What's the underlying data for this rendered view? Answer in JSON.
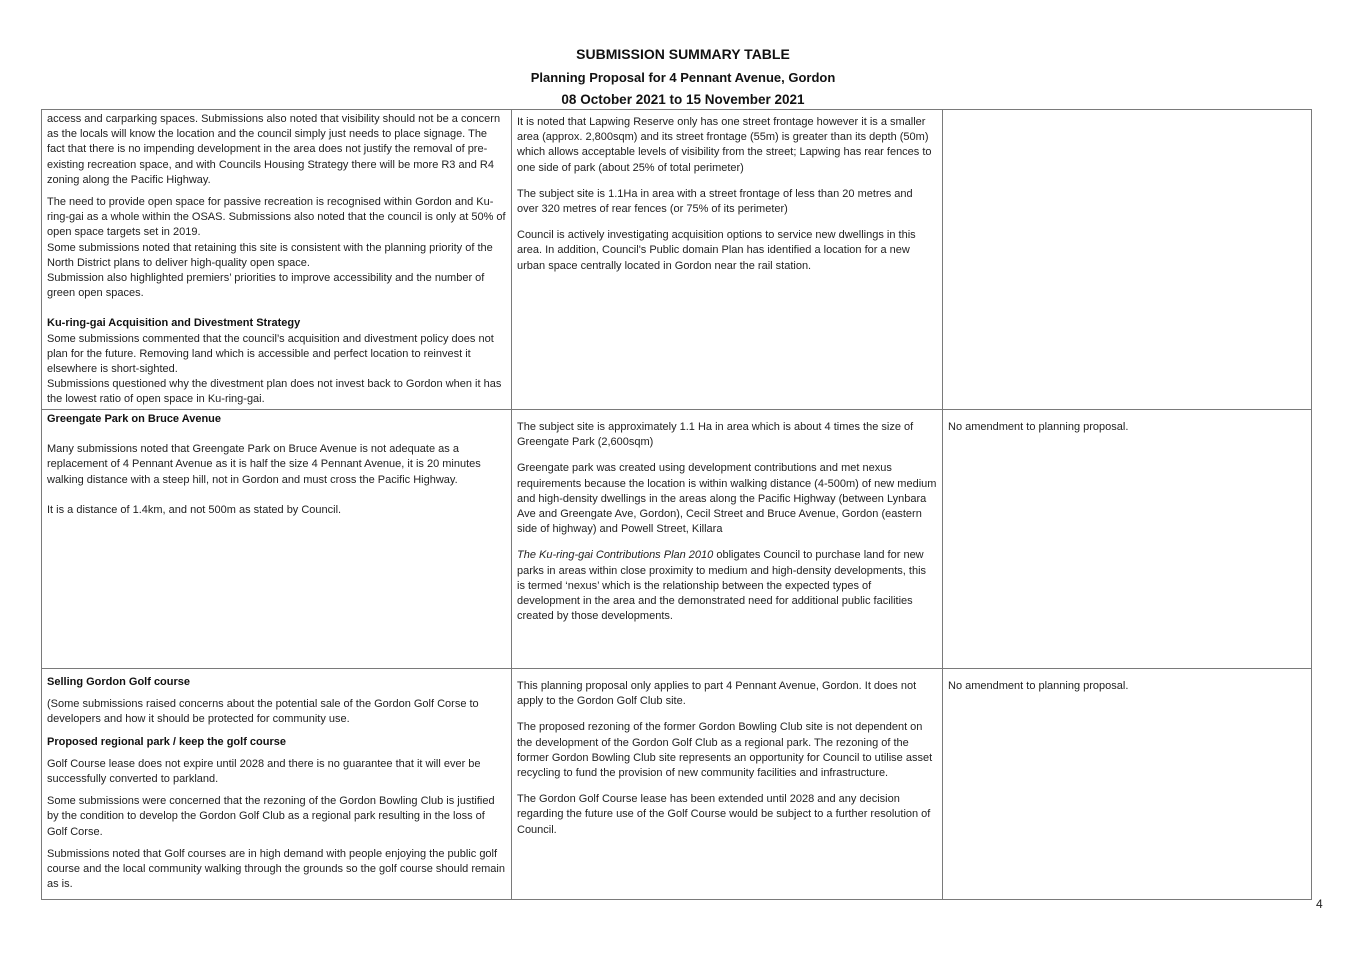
{
  "header": {
    "title": "SUBMISSION SUMMARY TABLE",
    "subtitle": "Planning Proposal for 4 Pennant Avenue, Gordon",
    "date_range": "08 October 2021 to 15 November 2021"
  },
  "rows": [
    {
      "submission": {
        "p1": "access and carparking spaces. Submissions also noted that visibility should not be a concern as the locals will know the location and the council simply just needs to place signage.  The fact that there is no impending development in the area does not justify the removal of pre-existing recreation space, and with Councils Housing Strategy there will be more R3 and R4 zoning along the Pacific Highway.",
        "p2": "The need to provide open space for passive recreation is recognised within Gordon and Ku-ring-gai as a whole within the OSAS. Submissions also noted that the council is only at 50% of open space targets set in 2019.",
        "p3": "Some submissions noted that retaining this site is consistent with the planning priority of the North District plans to deliver high-quality open space.",
        "p4": "Submission also highlighted premiers’ priorities to improve accessibility and the number of green open spaces.",
        "heading": "Ku-ring-gai Acquisition and Divestment Strategy",
        "p5": "Some submissions commented that the council’s acquisition and divestment policy does not plan for the future. Removing land which is accessible and perfect location to reinvest it elsewhere is short-sighted.",
        "p6": "Submissions questioned why the divestment plan does not invest back to Gordon when it has the lowest ratio of open space in Ku-ring-gai."
      },
      "response": {
        "p1": "It is noted that Lapwing Reserve only has one street frontage however it is a smaller area (approx. 2,800sqm) and its street frontage (55m) is greater than its depth (50m) which allows acceptable levels of visibility from the street; Lapwing has rear fences to one side of park (about 25% of total perimeter)",
        "p2": "The subject site is 1.1Ha in area with a street frontage of less than 20 metres and over 320 metres of rear fences (or 75% of its perimeter)",
        "p3": "Council is actively investigating acquisition options to service new dwellings in this area. In addition, Council's Public domain Plan has identified a location for a new urban space centrally located in Gordon near the rail station."
      },
      "recommendation": ""
    },
    {
      "submission": {
        "heading": "Greengate Park on Bruce Avenue",
        "p1": "Many submissions noted that Greengate Park on Bruce Avenue is not adequate as a replacement of 4 Pennant Avenue as it is half the size 4 Pennant Avenue, it is 20 minutes walking distance with a steep hill, not in Gordon and must cross the Pacific Highway.",
        "p2": "It is a distance of 1.4km, and not 500m as stated by Council."
      },
      "response": {
        "p1": "The subject site is approximately 1.1 Ha in area which is about 4 times the size of Greengate Park (2,600sqm)",
        "p2": "Greengate park was created using development contributions and met nexus requirements because the location is within walking distance (4-500m) of new medium and high-density dwellings in the areas along the Pacific Highway (between Lynbara Ave and Greengate Ave, Gordon), Cecil Street and Bruce Avenue, Gordon (eastern side of highway) and Powell Street, Killara",
        "p3_italic": "The Ku-ring-gai Contributions Plan 2010",
        "p3_rest": " obligates Council to purchase land for new parks in areas within close proximity to medium and high-density developments, this is termed ‘nexus’ which is the relationship between the expected types of development in the area and the demonstrated need for additional public facilities created by those developments."
      },
      "recommendation": "No amendment to planning proposal."
    },
    {
      "submission": {
        "heading1": "Selling Gordon Golf course",
        "p1": "(Some submissions raised concerns about the potential sale of the Gordon Golf Corse to developers and how it should be protected for community use.",
        "heading2": "Proposed regional park / keep the golf course",
        "p2": "Golf Course lease does not expire until 2028 and there is no guarantee that it will ever be successfully converted to parkland.",
        "p3": "Some submissions were concerned that the rezoning of the Gordon Bowling Club is justified by the condition to develop the Gordon Golf Club as a regional park resulting in the loss of Golf Corse.",
        "p4": "Submissions noted that Golf courses are in high demand with people enjoying the public golf course and the local community walking through the grounds so the golf course should remain as is."
      },
      "response": {
        "p1": "This planning proposal only applies to part 4 Pennant Avenue, Gordon. It does not apply to the Gordon Golf Club site.",
        "p2": "The proposed rezoning of the former Gordon Bowling Club site is not dependent on the development of the Gordon Golf Club as a regional park. The rezoning of the former Gordon Bowling Club site represents an opportunity for Council to utilise asset recycling to fund the provision of new community facilities and infrastructure.",
        "p3": "The Gordon Golf Course lease has been extended until 2028 and any decision regarding the future use of the Golf Course would be subject to a further resolution of Council."
      },
      "recommendation": "No amendment to planning proposal."
    }
  ],
  "footer": {
    "page_number": "4"
  }
}
